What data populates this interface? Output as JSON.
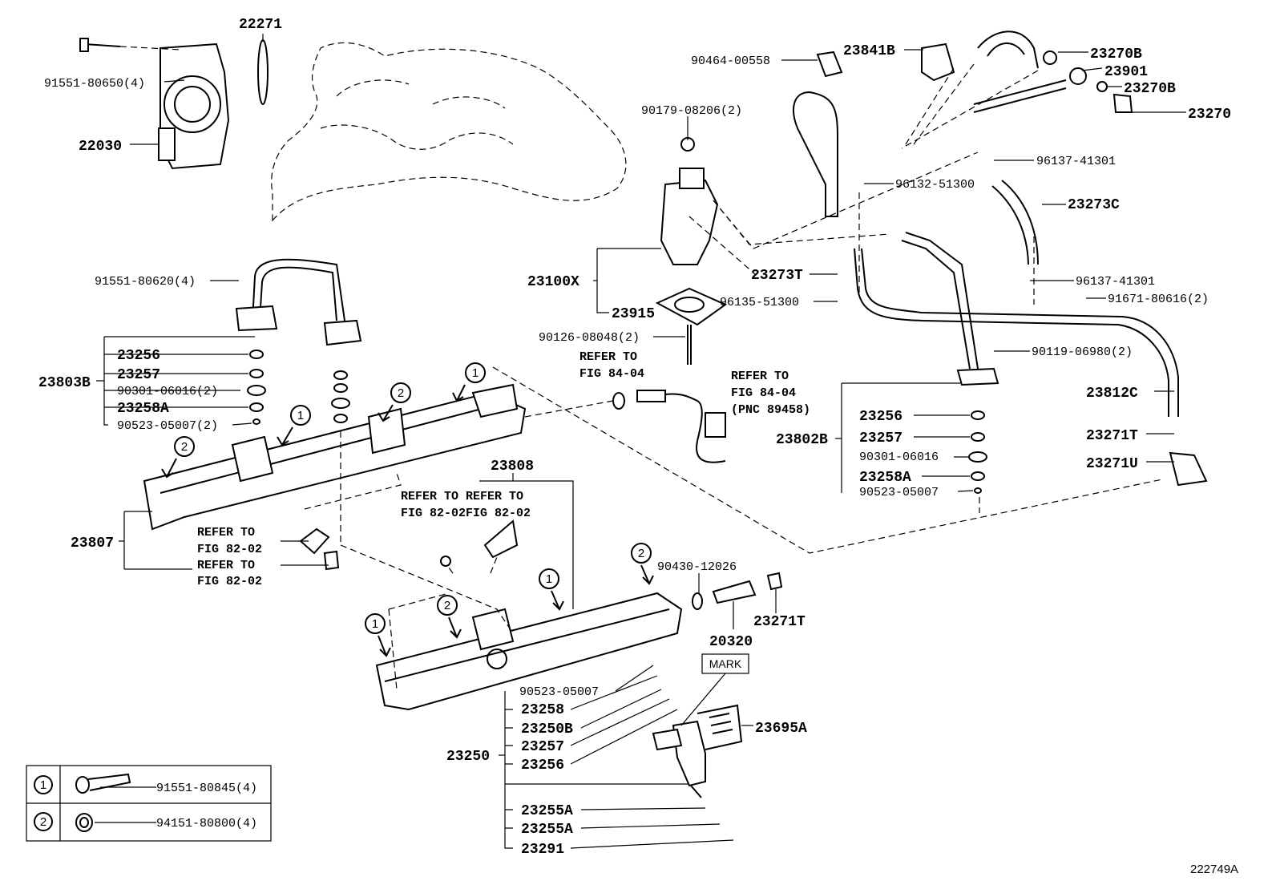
{
  "figure_id": "222749A",
  "mark_label": "MARK",
  "callout_numbers": {
    "one": "1",
    "two": "2"
  },
  "parts": {
    "p91551_80650": "91551-80650(4)",
    "p22271": "22271",
    "p22030": "22030",
    "p90464_00558": "90464-00558",
    "p23841B": "23841B",
    "p23270B_a": "23270B",
    "p23901": "23901",
    "p23270B_b": "23270B",
    "p23270": "23270",
    "p90179_08206": "90179-08206(2)",
    "p96137_41301_a": "96137-41301",
    "p96132_51300": "96132-51300",
    "p23273C": "23273C",
    "p23273T": "23273T",
    "p96137_41301_b": "96137-41301",
    "p23100X": "23100X",
    "p96135_51300": "96135-51300",
    "p91671_80616": "91671-80616(2)",
    "p23915": "23915",
    "p90126_08048": "90126-08048(2)",
    "p90119_06980": "90119-06980(2)",
    "p91551_80620": "91551-80620(4)",
    "p23256_l": "23256",
    "p23257_l": "23257",
    "p90301_06016_l": "90301-06016(2)",
    "p23258A_l": "23258A",
    "p90523_05007_l": "90523-05007(2)",
    "p23803B": "23803B",
    "p23812C": "23812C",
    "p23256_r": "23256",
    "p23257_r": "23257",
    "p90301_06016_r": "90301-06016",
    "p23258A_r": "23258A",
    "p90523_05007_r": "90523-05007",
    "p23802B": "23802B",
    "p23271T_a": "23271T",
    "p23271U": "23271U",
    "p23808": "23808",
    "p23807": "23807",
    "p90430_12026": "90430-12026",
    "p23271T_b": "23271T",
    "p20320": "20320",
    "p90523_05007_b": "90523-05007",
    "p23258": "23258",
    "p23250B": "23250B",
    "p23257_b": "23257",
    "p23256_b": "23256",
    "p23250": "23250",
    "p23695A": "23695A",
    "p23255A_a": "23255A",
    "p23255A_b": "23255A",
    "p23291": "23291"
  },
  "refs": {
    "ref_84_04_a_l1": "REFER TO",
    "ref_84_04_a_l2": "FIG 84-04",
    "ref_84_04_b_l1": "REFER TO",
    "ref_84_04_b_l2": "FIG 84-04",
    "ref_84_04_b_l3": "(PNC 89458)",
    "ref_82_02_top_l1": "REFER TO REFER TO",
    "ref_82_02_top_l2": "FIG 82-02FIG 82-02",
    "ref_82_02_c_l1": "REFER TO",
    "ref_82_02_c_l2": "FIG 82-02",
    "ref_82_02_d_l1": "REFER TO",
    "ref_82_02_d_l2": "FIG 82-02"
  },
  "legend": {
    "row1_num": "1",
    "row1_part": "91551-80845(4)",
    "row2_num": "2",
    "row2_part": "94151-80800(4)"
  }
}
